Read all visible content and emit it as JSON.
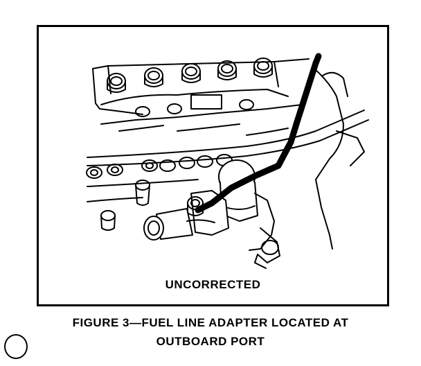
{
  "figure": {
    "inset_label": "UNCORRECTED",
    "caption_line1": "FIGURE 3—FUEL LINE ADAPTER LOCATED AT",
    "caption_line2": "OUTBOARD PORT"
  },
  "colors": {
    "ink": "#000000",
    "paper": "#ffffff"
  }
}
